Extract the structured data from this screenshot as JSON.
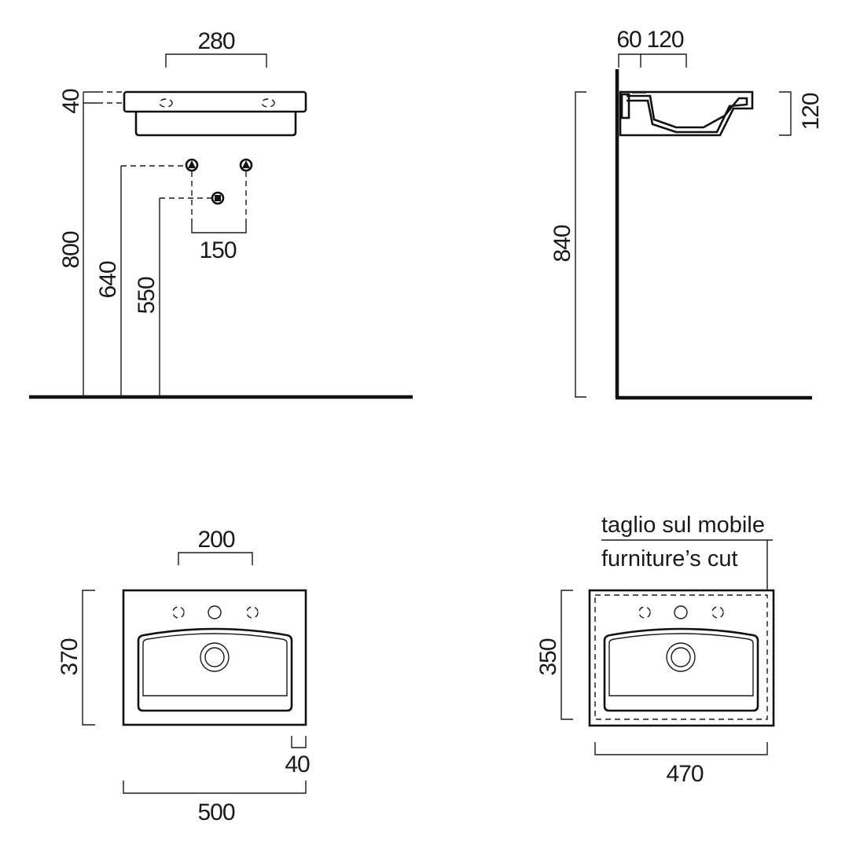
{
  "front_view": {
    "width_between_holes": "280",
    "rim_thickness": "40",
    "rim_height": "800",
    "supply_height": "640",
    "drain_height": "550",
    "supply_spacing": "150"
  },
  "side_view": {
    "wall_offset": "60",
    "drain_offset": "120",
    "basin_depth": "120",
    "total_height": "840"
  },
  "top_view": {
    "tap_hole_spacing": "200",
    "depth": "370",
    "rim_edge": "40",
    "width": "500"
  },
  "cut_view": {
    "label_it": "taglio sul mobile",
    "label_en": "furniture’s cut",
    "depth": "350",
    "width": "470"
  },
  "colors": {
    "line": "#111111",
    "background": "#ffffff"
  }
}
